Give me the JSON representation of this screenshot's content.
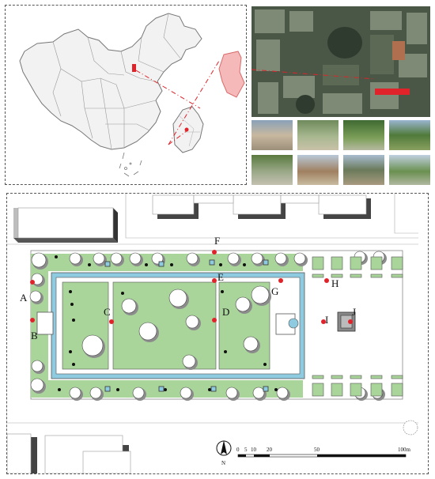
{
  "site_plan": {
    "point_labels": [
      "A",
      "B",
      "C",
      "D",
      "E",
      "F",
      "G",
      "H",
      "I",
      "J"
    ],
    "north_label": "N",
    "scale_labels": [
      "0",
      "5",
      "10",
      "20",
      "50",
      "100m"
    ]
  },
  "colors": {
    "lawn": "#a9d59b",
    "water": "#8fcbe0",
    "marker": "#e0232a",
    "highlight": "#f6b9b9",
    "dash_line": "#e0232a"
  }
}
